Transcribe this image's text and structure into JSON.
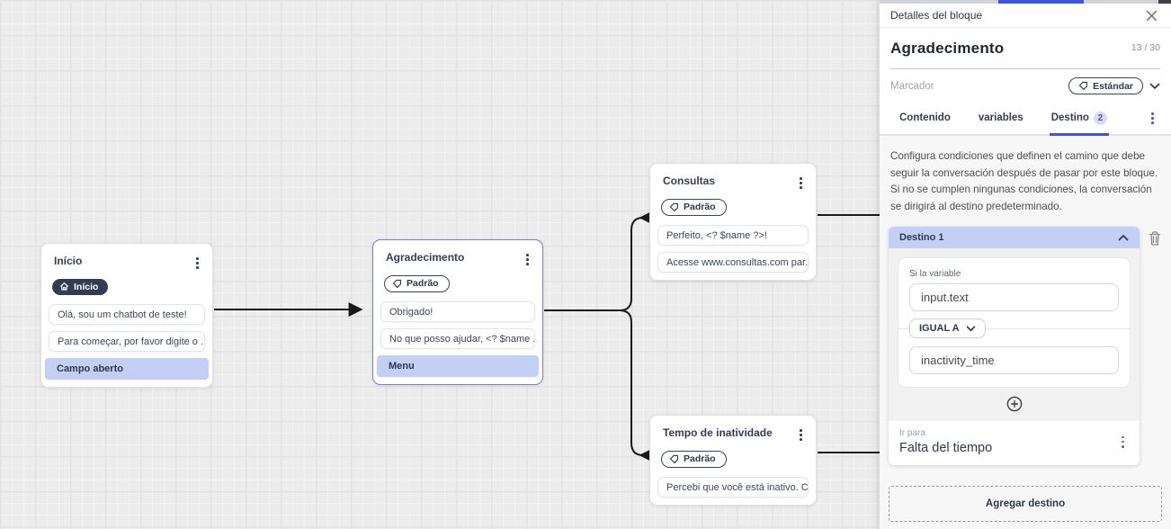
{
  "nodes": {
    "inicio": {
      "title": "Início",
      "badge": "Início",
      "items": [
        "Olá, sou um chatbot de teste!",
        "Para começar, por favor digite o ...",
        "Campo aberto"
      ]
    },
    "agradecimento": {
      "title": "Agradecimento",
      "badge": "Padrão",
      "items": [
        "Obrigado!",
        "No que posso ajudar, <? $name ...",
        "Menu"
      ]
    },
    "consultas": {
      "title": "Consultas",
      "badge": "Padrão",
      "items": [
        "Perfeito, <? $name ?>!",
        "Acesse www.consultas.com par..."
      ]
    },
    "tempo": {
      "title": "Tempo de inatividade",
      "badge": "Padrão",
      "items": [
        "Percebi que você está inativo. C..."
      ]
    }
  },
  "panel": {
    "header": {
      "title": "Detalles del bloque"
    },
    "block": {
      "name": "Agradecimento",
      "counter": "13 / 30"
    },
    "marcador": {
      "label": "Marcador",
      "chip": "Estándar"
    },
    "tabs": {
      "contenido": "Contenido",
      "variables": "variables",
      "destino": "Destino",
      "destino_badge": "2"
    },
    "description": "Configura condiciones que definen el camino que debe seguir la conversación después de pasar por este bloque. Si no se cumplen ningunas condiciones, la conversación se dirigirá al destino predeterminado.",
    "destination": {
      "header": "Destino 1",
      "condition_label": "Si la variable",
      "variable_value": "input.text",
      "operator": "IGUAL A",
      "value": "inactivity_time",
      "go_to_label": "Ir para",
      "go_to_value": "Falta del tiempo"
    },
    "add_destination": "Agregar destino"
  },
  "colors": {
    "accent": "#3b55dd",
    "highlight": "#c4cff6",
    "dark_navy": "#333e56",
    "edge": "#1a1a1a"
  }
}
